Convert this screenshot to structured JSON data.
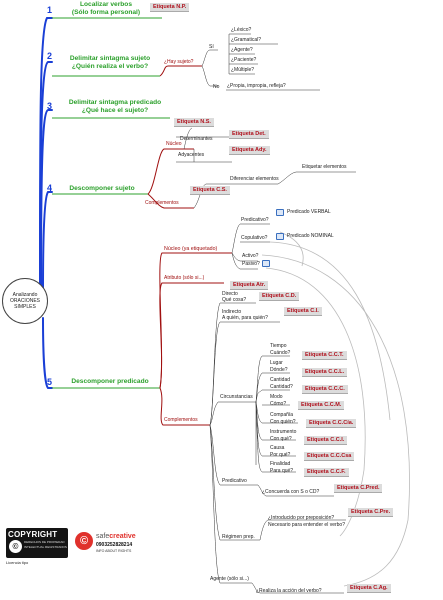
{
  "root": {
    "line1": "Analizando",
    "line2": "ORACIONES",
    "line3": "SIMPLES"
  },
  "steps": {
    "s1": {
      "num": "1",
      "line1": "Localizar verbos",
      "line2": "(Sólo forma personal)",
      "tag": "Etiqueta N.P."
    },
    "s2": {
      "num": "2",
      "line1": "Delimitar sintagma sujeto",
      "line2": "¿Quién realiza el verbo?",
      "question": "¿Hay sujeto?",
      "si": "Sí",
      "no": "No",
      "opts": [
        "¿Léxico?",
        "¿Gramatical?",
        "¿Agente?",
        "¿Paciente?",
        "¿Múltiple?"
      ],
      "no_opt": "¿Propia, impropia, refleja?"
    },
    "s3": {
      "num": "3",
      "line1": "Delimitar sintagma predicado",
      "line2": "¿Qué hace el sujeto?"
    },
    "s4": {
      "num": "4",
      "line1": "Descomponer sujeto",
      "nucleo": "Núcleo",
      "tag_ns": "Etiqueta N.S.",
      "determinantes": "Determinantes",
      "tag_det": "Etiqueta Det.",
      "adyacentes": "Adyacentes",
      "tag_ady": "Etiqueta Ady.",
      "complementos": "Complementos",
      "diferenciar": "Diferenciar elementos",
      "etiquetar": "Etiquetar elementos",
      "tag_cs": "Etiqueta C.S."
    },
    "s5": {
      "num": "5",
      "line1": "Descomponer predicado",
      "nucleo": "Núcleo (ya etiquetado)",
      "predicativo_q": "Predicativo?",
      "pred_verbal": "Predicado VERBAL",
      "copulativo_q": "Copulativo?",
      "pred_nominal": "Predicado NOMINAL",
      "activo_q": "Activo?",
      "pasivo_q": "Pasivo?",
      "atributo": "Atributo (sólo si...)",
      "tag_atr": "Etiqueta Atr.",
      "complementos": "Complementos",
      "directo": "Directo",
      "directo_q": "Qué cosa?",
      "tag_cd": "Etiqueta C.D.",
      "indirecto": "Indirecto",
      "indirecto_q": "A quién, para quién?",
      "tag_ci": "Etiqueta C.I.",
      "circunstancias": "Circunstancias",
      "circ": [
        {
          "a": "Tiempo",
          "b": "Cuándo?",
          "tag": "Etiqueta C.C.T."
        },
        {
          "a": "Lugar",
          "b": "Dónde?",
          "tag": "Etiqueta C.C.L."
        },
        {
          "a": "Cantidad",
          "b": "Cantidad?",
          "tag": "Etiqueta C.C.C."
        },
        {
          "a": "Modo",
          "b": "Cómo?",
          "tag": "Etiqueta C.C.M."
        },
        {
          "a": "Compañía",
          "b": "Con quién?",
          "tag": "Etiqueta C.C.Cía."
        },
        {
          "a": "Instrumento",
          "b": "Con qué?",
          "tag": "Etiqueta C.C.I."
        },
        {
          "a": "Causa",
          "b": "Por qué?",
          "tag": "Etiqueta C.C.Csa"
        },
        {
          "a": "Finalidad",
          "b": "Para qué?",
          "tag": "Etiqueta C.C.F."
        }
      ],
      "predicativo": "Predicativo",
      "concuerda_q": "¿Concuerda con S o CD?",
      "tag_cpred": "Etiqueta C.Pred.",
      "regimen": "Régimen prep.",
      "reg_q1": "¿Introducido por preposición?",
      "reg_q2": "Necesario para entender el verbo?",
      "tag_cpre": "Etiqueta C.Pre.",
      "agente": "Agente (sólo si...)",
      "agente_q": "¿Realiza la acción del verbo?",
      "tag_cag": "Etiqueta C.Ag."
    }
  },
  "copyright": {
    "word": "COPYRIGHT",
    "symbol": "©",
    "line1": "DERECHOS DE PROPIEDAD",
    "line2": "INTELECTUAL REGISTRADOS",
    "line3": "",
    "licence": "Licencia tipo"
  },
  "safecreative": {
    "symbol": "©",
    "name_a": "safe",
    "name_b": "creative",
    "id": "0903252828214",
    "info": "INFO ABOUT RIGHTS"
  },
  "colors": {
    "blue": "#1a3fd6",
    "green": "#2ca02c",
    "red": "#a01010",
    "tag_bg": "#dcdcdc",
    "tag_text": "#b0101c"
  }
}
